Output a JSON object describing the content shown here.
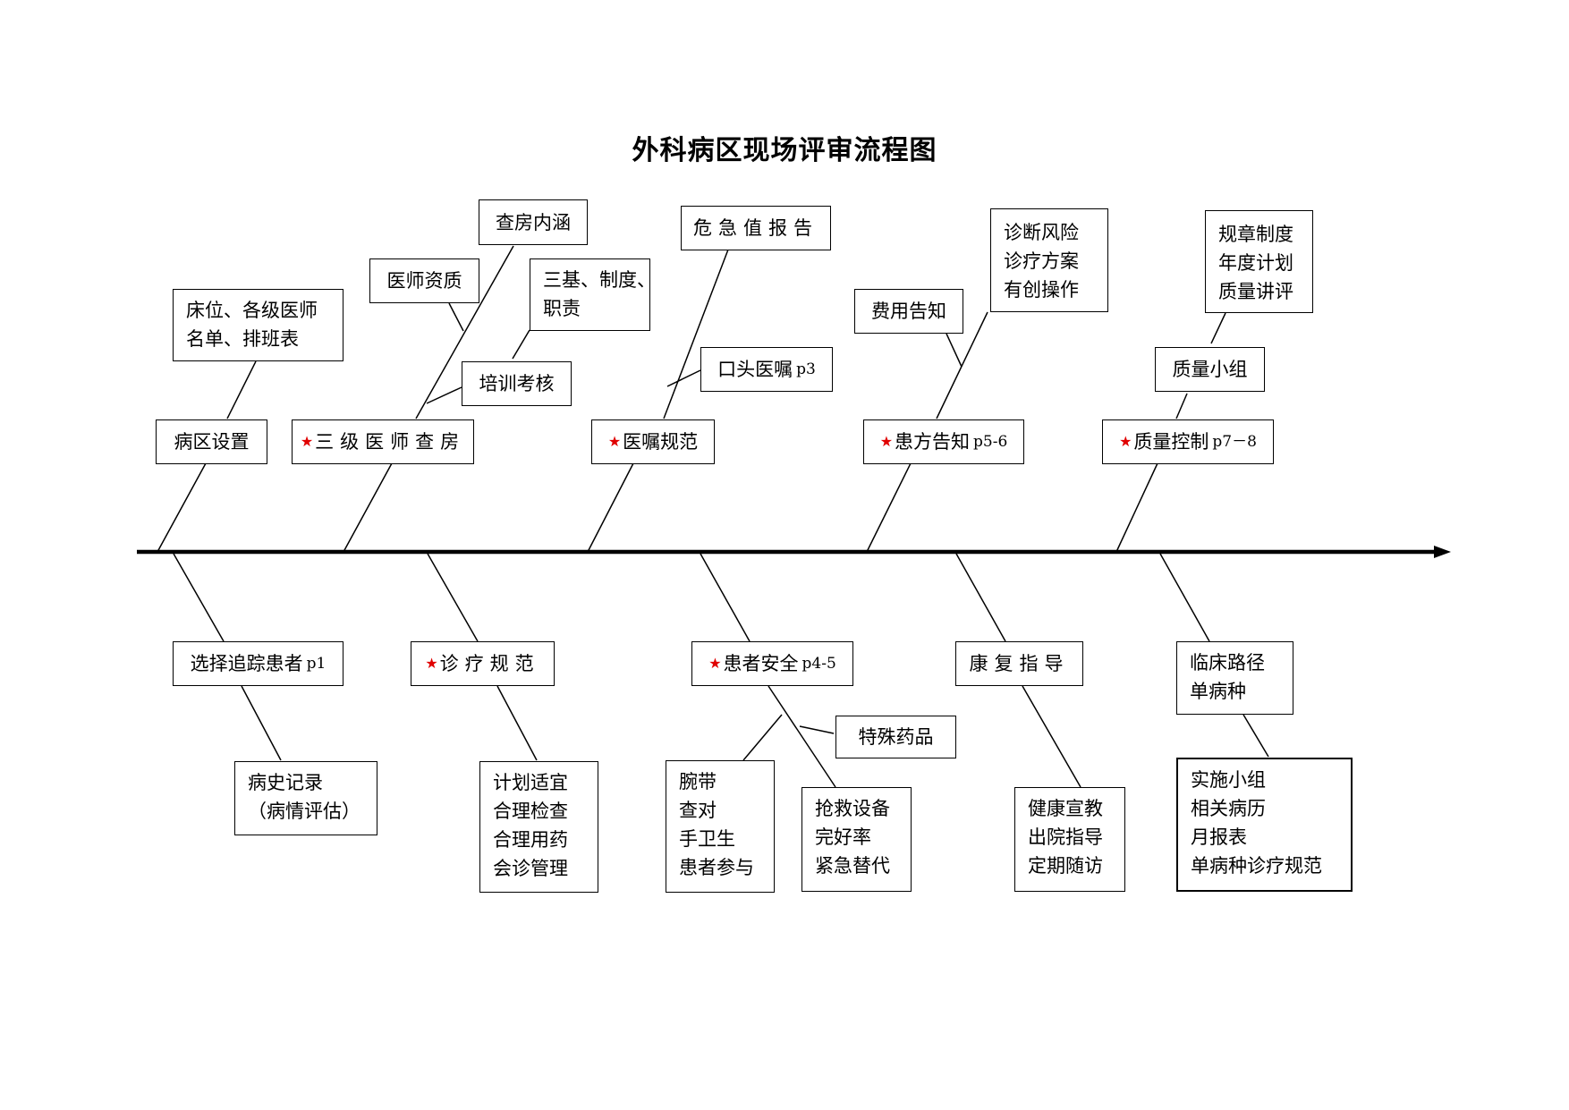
{
  "title": "外科病区现场评审流程图",
  "colors": {
    "star": "#e00000",
    "line": "#000000"
  },
  "icons": {
    "star": "★"
  },
  "top_categories": [
    {
      "label": "病区设置",
      "starred": false,
      "ref": ""
    },
    {
      "label": "三级医师查房",
      "starred": true,
      "ref": ""
    },
    {
      "label": "医嘱规范",
      "starred": true,
      "ref": ""
    },
    {
      "label": "患方告知",
      "starred": true,
      "ref": "p5-6"
    },
    {
      "label": "质量控制",
      "starred": true,
      "ref": "p7－8"
    }
  ],
  "bottom_categories": [
    {
      "label": "选择追踪患者",
      "starred": false,
      "ref": "p1"
    },
    {
      "label": "诊疗规范",
      "starred": true,
      "ref": ""
    },
    {
      "label": "患者安全",
      "starred": true,
      "ref": "p4-5"
    },
    {
      "label": "康复指导",
      "starred": false,
      "ref": ""
    },
    {
      "label": "临床路径",
      "lines": [
        "临床路径",
        "单病种"
      ]
    }
  ],
  "top_details": {
    "ward_staff": [
      "床位、各级医师",
      "名单、排班表"
    ],
    "rounds_content": "查房内涵",
    "physician_qualification": "医师资质",
    "basics": [
      "三基、制度、",
      "职责"
    ],
    "training": "培训考核",
    "critical_value": "危急值报告",
    "verbal_order": {
      "label": "口头医嘱",
      "ref": "p3"
    },
    "fee_notice": "费用告知",
    "diagnosis_risk": [
      "诊断风险",
      "诊疗方案",
      "有创操作"
    ],
    "regulations": [
      "规章制度",
      "年度计划",
      "质量讲评"
    ],
    "quality_group": "质量小组"
  },
  "bottom_details": {
    "history": [
      "病史记录",
      "（病情评估）"
    ],
    "treatment_plan": [
      "计划适宜",
      "合理检查",
      "合理用药",
      "会诊管理"
    ],
    "wristband": [
      "腕带",
      "查对",
      "手卫生",
      "患者参与"
    ],
    "special_drugs": "特殊药品",
    "rescue": [
      "抢救设备",
      "完好率",
      "紧急替代"
    ],
    "health_education": [
      "健康宣教",
      "出院指导",
      "定期随访"
    ],
    "implementation": [
      "实施小组",
      "相关病历",
      "月报表",
      "单病种诊疗规范"
    ]
  }
}
